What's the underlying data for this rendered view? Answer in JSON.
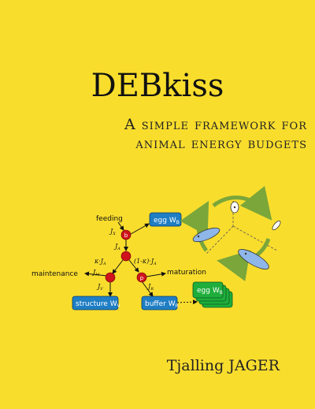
{
  "title": "DEBkiss",
  "subtitle": {
    "line1": "A simple framework for",
    "line2": "animal energy budgets"
  },
  "author": "Tjalling JAGER",
  "diagram": {
    "labels": {
      "feeding": "feeding",
      "maintenance": "maintenance",
      "maturation": "maturation"
    },
    "boxes": {
      "egg": "egg W",
      "structure": "structure W",
      "buffer": "buffer W",
      "egg_stack": "egg W"
    },
    "subscripts": {
      "egg": "B",
      "structure": "V",
      "buffer": "R",
      "egg_stack": "B"
    },
    "nodes": {
      "b": "b",
      "p": "p"
    },
    "fluxes": {
      "JX": "J",
      "JX_sub": "X",
      "JA": "J",
      "JA_sub": "A",
      "kappaJA": "κ·J",
      "kappaJA_sub": "A",
      "oneminus": "(1-κ)·J",
      "oneminus_sub": "A",
      "JM": "J",
      "JM_sub": "M",
      "JV": "J",
      "JV_sub": "V",
      "JR": "J",
      "JR_sub": "R"
    }
  },
  "colors": {
    "background": "#f9dd2d",
    "box_blue": "#1f7ec4",
    "box_green": "#1fae3b",
    "node_red": "#d0141b",
    "cycle_green": "#7aa63a"
  }
}
